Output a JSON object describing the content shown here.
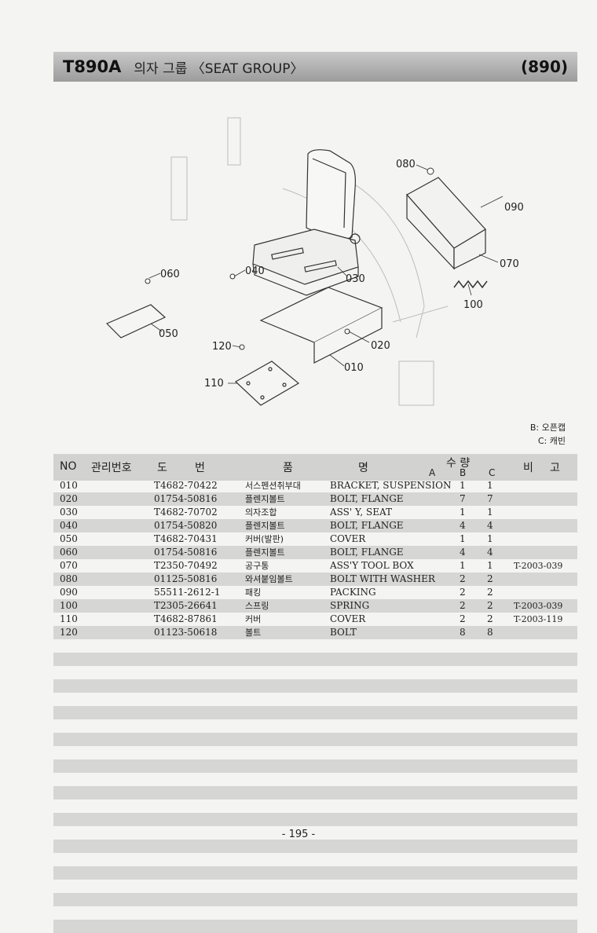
{
  "header": {
    "model": "T890A",
    "title": "의자 그룹 〈SEAT GROUP〉",
    "page_code": "(890)"
  },
  "diagram": {
    "callouts": [
      "080",
      "090",
      "070",
      "100",
      "060",
      "040",
      "030",
      "050",
      "120",
      "020",
      "010",
      "110"
    ]
  },
  "legend": {
    "b": "B: 오픈캡",
    "c": "C: 캐빈"
  },
  "table": {
    "headers": {
      "no": "NO",
      "mgmt": "관리번호",
      "drawing_1": "도",
      "drawing_2": "번",
      "name_1": "품",
      "name_2": "명",
      "qty": "수 량",
      "qty_a": "A",
      "qty_b": "B",
      "qty_c": "C",
      "remarks_1": "비",
      "remarks_2": "고"
    },
    "rows": [
      {
        "no": "010",
        "drawing": "T4682-70422",
        "name_kr": "서스펜션취부대",
        "name_en": "BRACKET, SUSPENSION",
        "b": "1",
        "c": "1",
        "remarks": ""
      },
      {
        "no": "020",
        "drawing": "01754-50816",
        "name_kr": "플렌지볼트",
        "name_en": "BOLT, FLANGE",
        "b": "7",
        "c": "7",
        "remarks": ""
      },
      {
        "no": "030",
        "drawing": "T4682-70702",
        "name_kr": "의자조합",
        "name_en": "ASS' Y, SEAT",
        "b": "1",
        "c": "1",
        "remarks": ""
      },
      {
        "no": "040",
        "drawing": "01754-50820",
        "name_kr": "플렌지볼트",
        "name_en": "BOLT, FLANGE",
        "b": "4",
        "c": "4",
        "remarks": ""
      },
      {
        "no": "050",
        "drawing": "T4682-70431",
        "name_kr": "커버(발판)",
        "name_en": "COVER",
        "b": "1",
        "c": "1",
        "remarks": ""
      },
      {
        "no": "060",
        "drawing": "01754-50816",
        "name_kr": "플렌지볼트",
        "name_en": "BOLT, FLANGE",
        "b": "4",
        "c": "4",
        "remarks": ""
      },
      {
        "no": "070",
        "drawing": "T2350-70492",
        "name_kr": "공구통",
        "name_en": "ASS'Y TOOL BOX",
        "b": "1",
        "c": "1",
        "remarks": "T-2003-039"
      },
      {
        "no": "080",
        "drawing": "01125-50816",
        "name_kr": "와셔붙임볼트",
        "name_en": "BOLT WITH WASHER",
        "b": "2",
        "c": "2",
        "remarks": ""
      },
      {
        "no": "090",
        "drawing": "55511-2612-1",
        "name_kr": "패킹",
        "name_en": "PACKING",
        "b": "2",
        "c": "2",
        "remarks": ""
      },
      {
        "no": "100",
        "drawing": "T2305-26641",
        "name_kr": "스프링",
        "name_en": "SPRING",
        "b": "2",
        "c": "2",
        "remarks": "T-2003-039"
      },
      {
        "no": "110",
        "drawing": "T4682-87861",
        "name_kr": "커버",
        "name_en": "COVER",
        "b": "2",
        "c": "2",
        "remarks": "T-2003-119"
      },
      {
        "no": "120",
        "drawing": "01123-50618",
        "name_kr": "볼트",
        "name_en": "BOLT",
        "b": "8",
        "c": "8",
        "remarks": ""
      }
    ]
  },
  "footer": {
    "page_number": "- 195 -"
  }
}
